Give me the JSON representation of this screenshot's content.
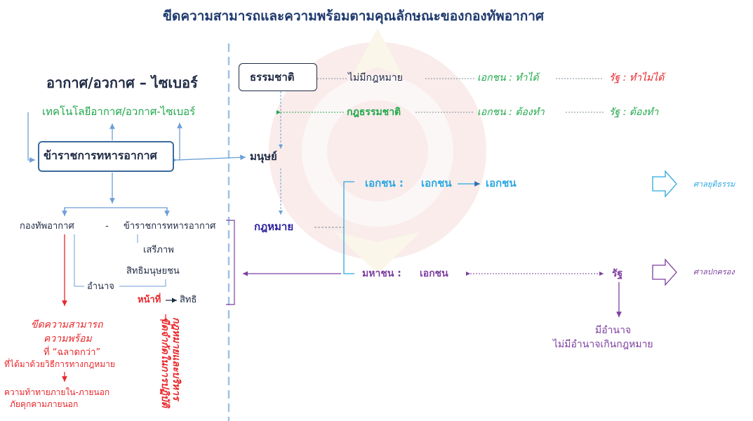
{
  "title": "ขีดความสามารถและความพร้อมตามคุณลักษณะของกองทัพอากาศ",
  "left": {
    "heading": "อากาศ/อวกาศ – ไซเบอร์",
    "technology": "เทคโนโลยีอากาศ/อวกาศ-ไซเบอร์",
    "officer_box": "ข้าราชการทหารอากาศ",
    "air_force": "กองทัพอากาศ",
    "dash": "-",
    "air_force_officer": "ข้าราชการทหารอากาศ",
    "freedom": "เสรีภาพ",
    "human_rights": "สิทธิมนุษยชน",
    "power": "อำนาจ",
    "duty": "หน้าที่",
    "right": "สิทธิ",
    "capability": "ขีดความสามารถ",
    "readiness": "ความพร้อม",
    "smarter": "ที่ “ฉลาดกว่า”",
    "legal_means": "ที่ได้มาด้วยวิธีการทางกฎหมาย",
    "challenges": "ความท้าทายภายใน-ภายนอก",
    "threats": "ภัยคุกคามภายนอก",
    "rotated_1": "กฎหมายและบริหาร",
    "rotated_2": "ขีดจำกัดในการปฏิบัติ"
  },
  "right": {
    "nature_box": "ธรรมชาติ",
    "no_law": "ไม่มีกฎหมาย",
    "private_can": "เอกชน : ทำได้",
    "state_cannot": "รัฐ  : ทำไม่ได้",
    "natural_law": "กฎธรรมชาติ",
    "private_must": "เอกชน : ต้องทำ",
    "state_must": "รัฐ  : ต้องทำ",
    "human": "มนุษย์",
    "law": "กฎหมาย",
    "private_label": "เอกชน :",
    "private_a": "เอกชน",
    "private_b": "เอกชน",
    "court_justice": "ศาลยุติธรรม",
    "public_label": "มหาชน :",
    "public_private": "เอกชน",
    "state": "รัฐ",
    "court_admin": "ศาลปกครอง",
    "has_power": "มีอำนาจ",
    "no_excess": "ไม่มีอำนาจเกินกฎหมาย"
  },
  "colors": {
    "title": "#1f3a6e",
    "dark": "#1f2a44",
    "green": "#22a84b",
    "blue": "#2e6db0",
    "light_blue": "#2aa7e0",
    "navy": "#2c1f9e",
    "purple": "#7d3fa0",
    "red": "#e8262a",
    "connector": "#6d9fd6",
    "divider": "#9dc3e6",
    "box_border": "#3d6b9e"
  }
}
